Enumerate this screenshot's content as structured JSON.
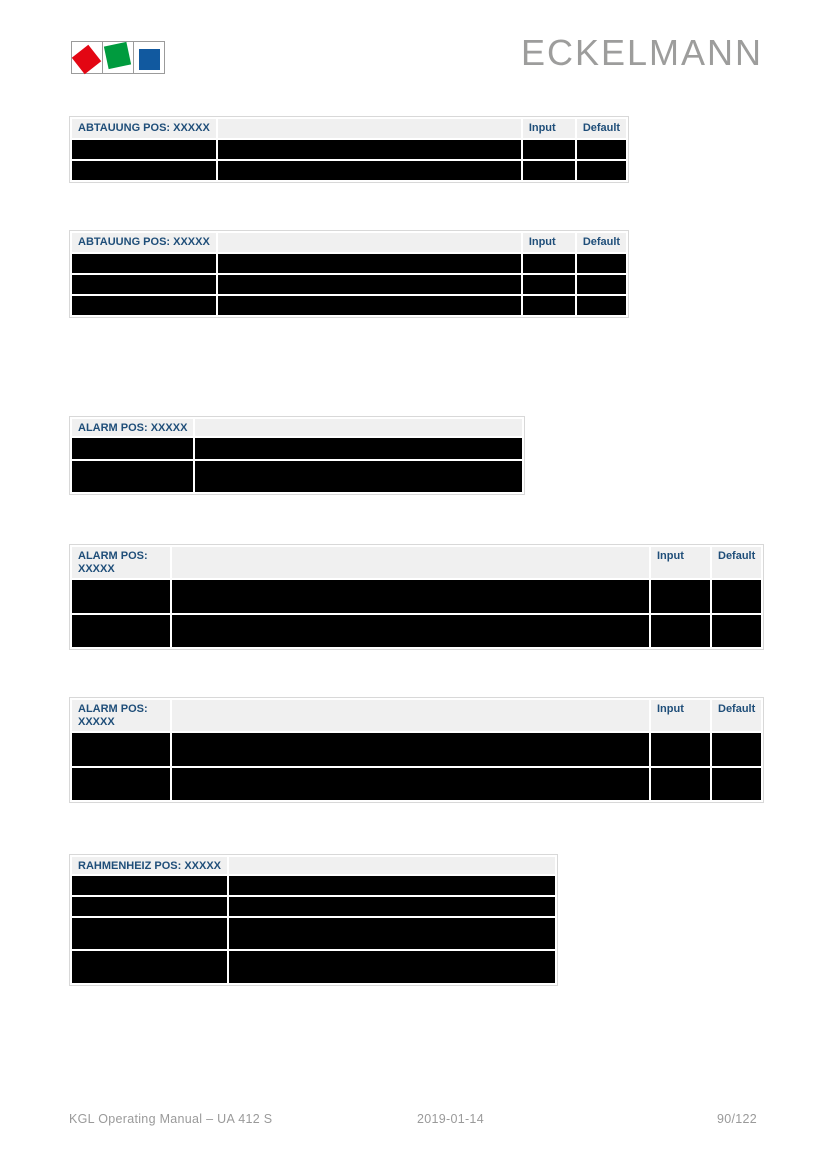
{
  "brand": {
    "name": "ECKELMANN",
    "logo_colors": {
      "red": "#e30613",
      "green": "#009b3e",
      "blue": "#11599f",
      "frame": "#9b9b9b"
    },
    "wordmark_color": "#9d9d9c"
  },
  "accent": {
    "table_header_text": "#1f4e79",
    "table_header_bg": "#f0f0f0",
    "redacted_cell": "#000000"
  },
  "tables": [
    {
      "title": "ABTAUUNG POS: XXXXX",
      "col_input": "Input",
      "col_default": "Default"
    },
    {
      "title": "ABTAUUNG POS: XXXXX",
      "col_input": "Input",
      "col_default": "Default"
    },
    {
      "title": "ALARM POS: XXXXX"
    },
    {
      "title_line1": "ALARM POS:",
      "title_line2": "XXXXX",
      "col_input": "Input",
      "col_default": "Default"
    },
    {
      "title_line1": "ALARM POS:",
      "title_line2": "XXXXX",
      "col_input": "Input",
      "col_default": "Default"
    },
    {
      "title": "RAHMENHEIZ POS: XXXXX"
    }
  ],
  "footer": {
    "left": "KGL Operating Manual – UA 412 S",
    "center": "2019-01-14",
    "right": "90/122"
  }
}
